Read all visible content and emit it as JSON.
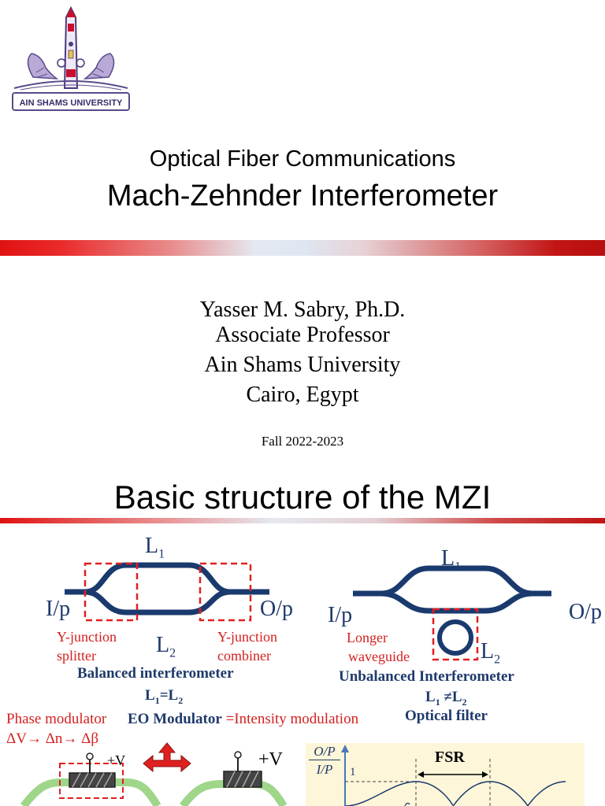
{
  "logo": {
    "banner_text": "AIN SHAMS UNIVERSITY"
  },
  "title_slide": {
    "course": "Optical Fiber Communications",
    "title": "Mach-Zehnder Interferometer",
    "author": "Yasser M. Sabry, Ph.D.",
    "position": "Associate Professor",
    "university": "Ain Shams University",
    "location": "Cairo, Egypt",
    "term": "Fall 2022-2023"
  },
  "slide2": {
    "heading": "Basic structure of the MZI",
    "balanced": {
      "L1": "L",
      "L1_sub": "1",
      "L2": "L",
      "L2_sub": "2",
      "input": "I/p",
      "output": "O/p",
      "splitter_label_1": "Y-junction",
      "splitter_label_2": "splitter",
      "combiner_label_1": "Y-junction",
      "combiner_label_2": "combiner",
      "caption": "Balanced interferometer",
      "condition": "L",
      "condition_mid": "=L",
      "condition_sub1": "1",
      "condition_sub2": "2"
    },
    "unbalanced": {
      "L1": "L",
      "L1_sub": "1",
      "L2": "L",
      "L2_sub": "2",
      "input": "I/p",
      "output": "O/p",
      "note_1": "Longer",
      "note_2": "waveguide",
      "caption": "Unbalanced Interferometer",
      "condition_a": "L",
      "condition_b": " ≠L",
      "condition_sub1": "1",
      "condition_sub2": "2",
      "subcaption": "Optical filter"
    },
    "modulator": {
      "phase_title": "Phase modulator",
      "phase_chain": "ΔV→ Δn→ Δβ",
      "eo_title": "EO Modulator",
      "eo_suffix": " =Intensity modulation",
      "voltage_1": "+V",
      "voltage_2": "+V"
    },
    "spectrum": {
      "ylabel_top": "O/P",
      "ylabel_bottom": "I/P",
      "one": "1",
      "fsr": "FSR"
    },
    "colors": {
      "waveguide": "#1a3a6e",
      "dashed_box": "#e02020",
      "accent_red": "#d42020",
      "caption": "#1f3a6b",
      "green_waveguide": "#9fd68a",
      "spectrum_bg": "#fdf6d8"
    }
  }
}
